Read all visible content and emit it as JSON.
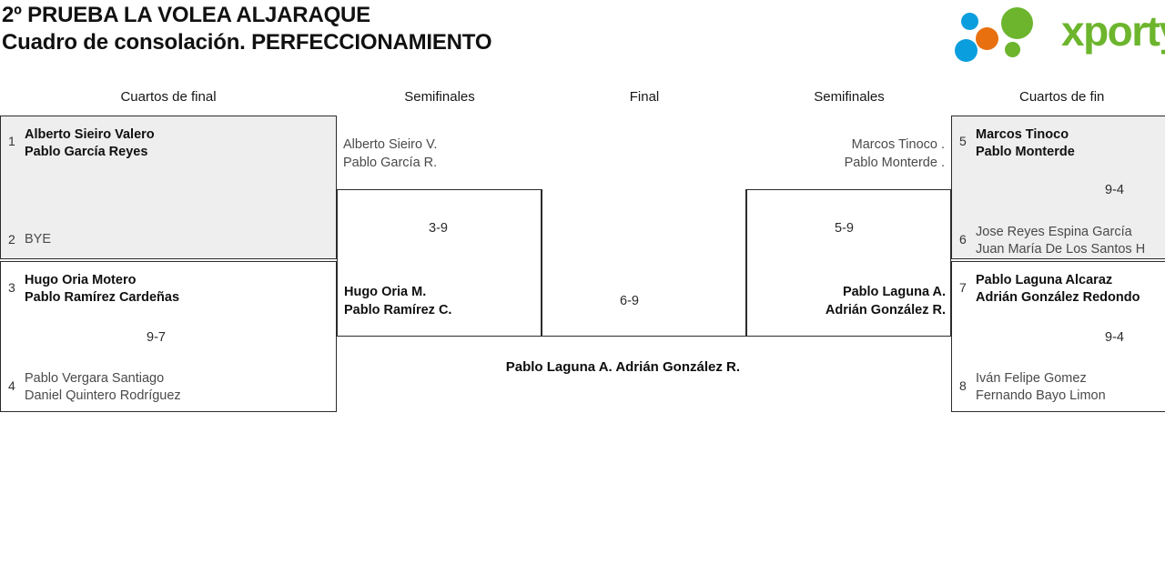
{
  "header": {
    "title_line1": "2º PRUEBA LA VOLEA ALJARAQUE",
    "title_line2": "Cuadro de consolación. PERFECCIONAMIENTO",
    "logo_text": "xporty",
    "logo_colors": {
      "green": "#6cb52d",
      "blue": "#0b9ede",
      "orange": "#e8700f"
    }
  },
  "rounds": {
    "left_quarters": "Cuartos de final",
    "left_semis": "Semifinales",
    "final": "Final",
    "right_semis": "Semifinales",
    "right_quarters": "Cuartos de fin"
  },
  "bracket": {
    "left_quarterfinals": [
      {
        "seed_top": "1",
        "top_line1": "Alberto Sieiro Valero",
        "top_line2": "Pablo García Reyes",
        "seed_bottom": "2",
        "bottom_line1": "BYE",
        "bottom_line2": "",
        "score": ""
      },
      {
        "seed_top": "3",
        "top_line1": "Hugo Oria Motero",
        "top_line2": "Pablo Ramírez Cardeñas",
        "seed_bottom": "4",
        "bottom_line1": "Pablo Vergara Santiago",
        "bottom_line2": "Daniel Quintero Rodríguez",
        "score": "9-7"
      }
    ],
    "right_quarterfinals": [
      {
        "seed_top": "5",
        "top_line1": "Marcos Tinoco",
        "top_line2": "Pablo Monterde",
        "seed_bottom": "6",
        "bottom_line1": "Jose Reyes Espina García",
        "bottom_line2": "Juan María De Los Santos H",
        "score": "9-4"
      },
      {
        "seed_top": "7",
        "top_line1": "Pablo Laguna Alcaraz",
        "top_line2": "Adrián González Redondo",
        "seed_bottom": "8",
        "bottom_line1": "Iván Felipe Gomez",
        "bottom_line2": "Fernando Bayo Limon",
        "score": "9-4"
      }
    ],
    "left_semifinal": {
      "top_line1": "Alberto Sieiro V.",
      "top_line2": "Pablo García R.",
      "bottom_line1": "Hugo Oria M.",
      "bottom_line2": "Pablo Ramírez C.",
      "score": "3-9"
    },
    "right_semifinal": {
      "top_line1": "Marcos Tinoco .",
      "top_line2": "Pablo Monterde .",
      "bottom_line1": "Pablo Laguna A.",
      "bottom_line2": "Adrián González R.",
      "score": "5-9"
    },
    "final_match": {
      "left_line1": "Hugo Oria M.",
      "left_line2": "Pablo Ramírez C.",
      "right_line1": "Pablo Laguna A.",
      "right_line2": "Adrián González R.",
      "score": "6-9"
    },
    "champion": {
      "line1": "Pablo Laguna A.",
      "line2": "Adrián González R."
    }
  }
}
